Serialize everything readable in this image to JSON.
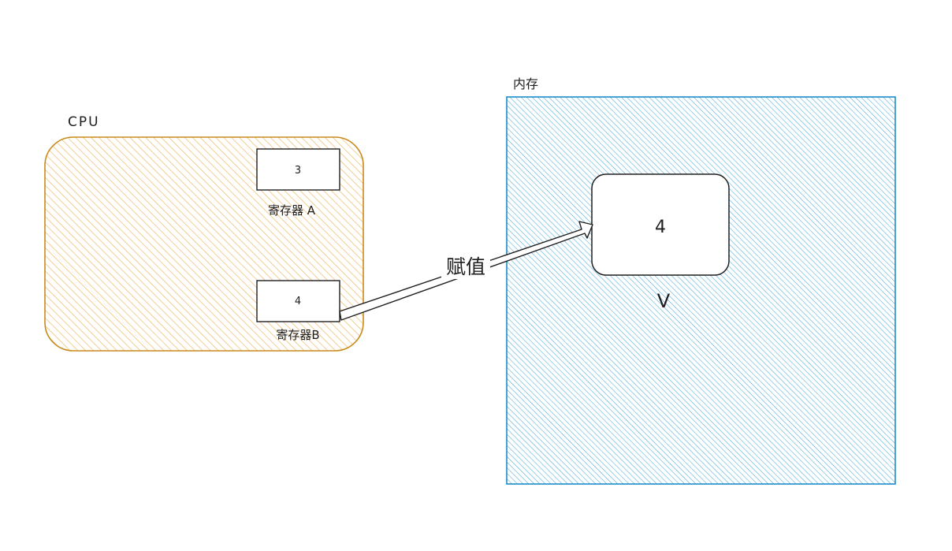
{
  "cpu": {
    "label": "CPU",
    "fill_color": "#f5c97a",
    "stroke_color": "#c98a1b",
    "registers": [
      {
        "value": "3",
        "label": "寄存器 A"
      },
      {
        "value": "4",
        "label": "寄存器B"
      }
    ]
  },
  "memory": {
    "label": "内存",
    "fill_color": "#8fcbef",
    "stroke_color": "#1c8dc9",
    "cell": {
      "value": "4",
      "label": "V"
    }
  },
  "arrow": {
    "label": "赋值"
  }
}
